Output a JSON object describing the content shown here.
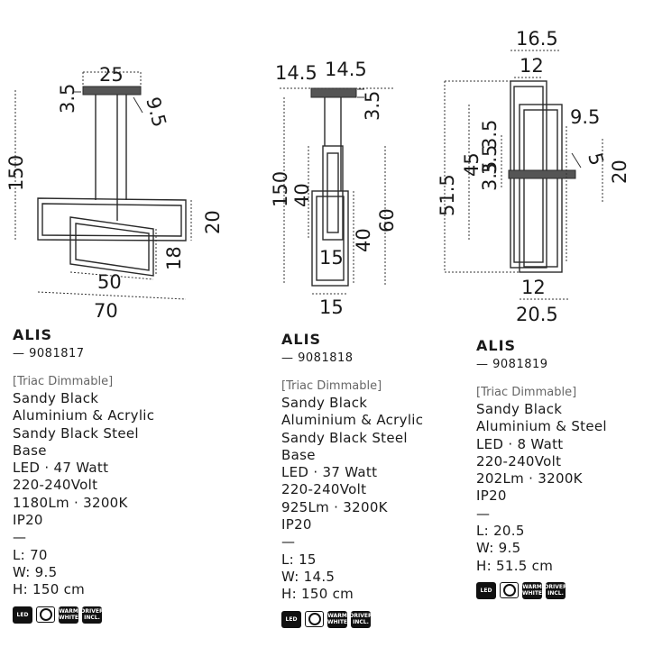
{
  "dimensions": {
    "p1": {
      "top_width": "25",
      "canopy_h": "3.5",
      "canopy_d": "9.5",
      "height": "150",
      "frame_h": "20",
      "inner_h": "18",
      "inner_w": "50",
      "length": "70"
    },
    "p2": {
      "left_half": "14.5",
      "right_half": "14.5",
      "canopy_h": "3.5",
      "height": "150",
      "upper_h": "40",
      "total_frame": "60",
      "lower_h": "40",
      "inner_w": "15",
      "width": "15"
    },
    "p3": {
      "top_w": "16.5",
      "inner_top": "12",
      "height": "51.5",
      "frame_h": "45",
      "step1": "3.5",
      "step2": "3.5",
      "step3": "3.5",
      "depth": "9.5",
      "bracket": "5",
      "bracket_h": "20",
      "inner_bottom": "12",
      "bottom_w": "20.5"
    }
  },
  "products": [
    {
      "name": "ALIS",
      "code": "— 9081817",
      "tag": "[Triac Dimmable]",
      "specs": [
        "Sandy Black",
        "Aluminium & Acrylic",
        "Sandy Black Steel",
        "Base",
        "LED · 47 Watt",
        "220-240Volt",
        "1180Lm · 3200K",
        "IP20"
      ],
      "separator": "—",
      "size": [
        "L: 70",
        "W: 9.5",
        "H: 150 cm"
      ]
    },
    {
      "name": "ALIS",
      "code": "— 9081818",
      "tag": "[Triac Dimmable]",
      "specs": [
        "Sandy Black",
        "Aluminium & Acrylic",
        "Sandy Black Steel",
        "Base",
        "LED · 37 Watt",
        "220-240Volt",
        "925Lm · 3200K",
        "IP20"
      ],
      "separator": "—",
      "size": [
        "L: 15",
        "W: 14.5",
        "H: 150 cm"
      ]
    },
    {
      "name": "ALIS",
      "code": "— 9081819",
      "tag": "[Triac Dimmable]",
      "specs": [
        "Sandy Black",
        "Aluminium & Steel",
        "LED · 8 Watt",
        "220-240Volt",
        "202Lm · 3200K",
        "IP20"
      ],
      "separator": "—",
      "size": [
        "L: 20.5",
        "W: 9.5",
        "H: 51.5 cm"
      ]
    }
  ],
  "icons": {
    "led": "LED",
    "warm_top": "WARM",
    "warm_bottom": "WHITE",
    "driver_top": "DRIVER",
    "driver_bottom": "INCL."
  }
}
